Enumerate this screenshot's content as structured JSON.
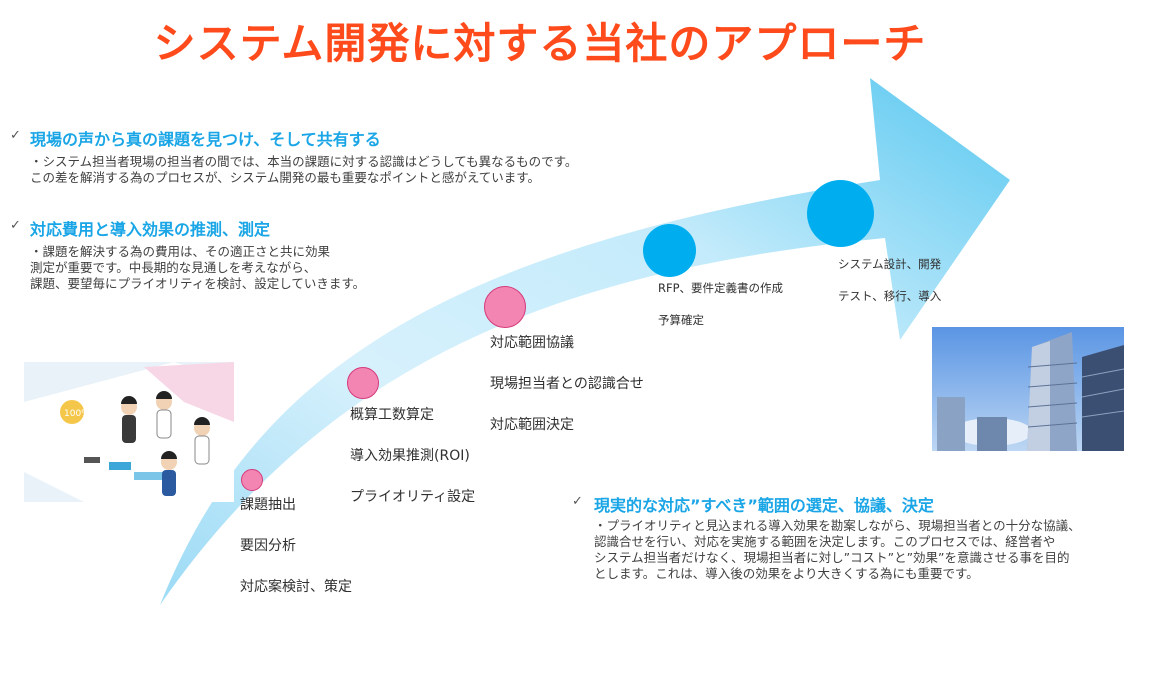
{
  "title": "システム開発に対する当社のアプローチ",
  "colors": {
    "title": "#ff4b1c",
    "heading": "#1aa6e6",
    "arrow": "#00aeef",
    "pink_dot": "#f385b3",
    "blue_dot": "#00aeef"
  },
  "check_icon": "✓",
  "sections": [
    {
      "heading": "現場の声から真の課題を見つけ、そして共有する",
      "lines": [
        "・システム担当者現場の担当者の間では、本当の課題に対する認識はどうしても異なるものです。",
        "この差を解消する為のプロセスが、システム開発の最も重要なポイントと感がえています。"
      ]
    },
    {
      "heading": "対応費用と導入効果の推測、測定",
      "lines": [
        "・課題を解決する為の費用は、その適正さと共に効果",
        "測定が重要です。中長期的な見通しを考えながら、",
        "課題、要望毎にプライオリティを検討、設定していきます。"
      ]
    },
    {
      "heading": "現実的な対応”すべき”範囲の選定、協議、決定",
      "lines": [
        "・プライオリティと見込まれる導入効果を勘案しながら、現場担当者との十分な協議、",
        "認識合せを行い、対応を実施する範囲を決定します。このプロセスでは、経営者や",
        "システム担当者だけなく、現場担当者に対し”コスト”と”効果”を意識させる事を目的",
        "とします。これは、導入後の効果をより大きくする為にも重要です。"
      ]
    }
  ],
  "steps": [
    {
      "items": [
        "課題抽出",
        "要因分析",
        "対応案検討、策定"
      ]
    },
    {
      "items": [
        "概算工数算定",
        "導入効果推測(ROI)",
        "プライオリティ設定"
      ]
    },
    {
      "items": [
        "対応範囲協議",
        "現場担当者との認識合せ",
        "対応範囲決定"
      ]
    },
    {
      "items": [
        "RFP、要件定義書の作成",
        "予算確定"
      ]
    },
    {
      "items": [
        "システム設計、開発",
        "テスト、移行、導入"
      ]
    }
  ],
  "photos": {
    "left_badge": "100%"
  }
}
